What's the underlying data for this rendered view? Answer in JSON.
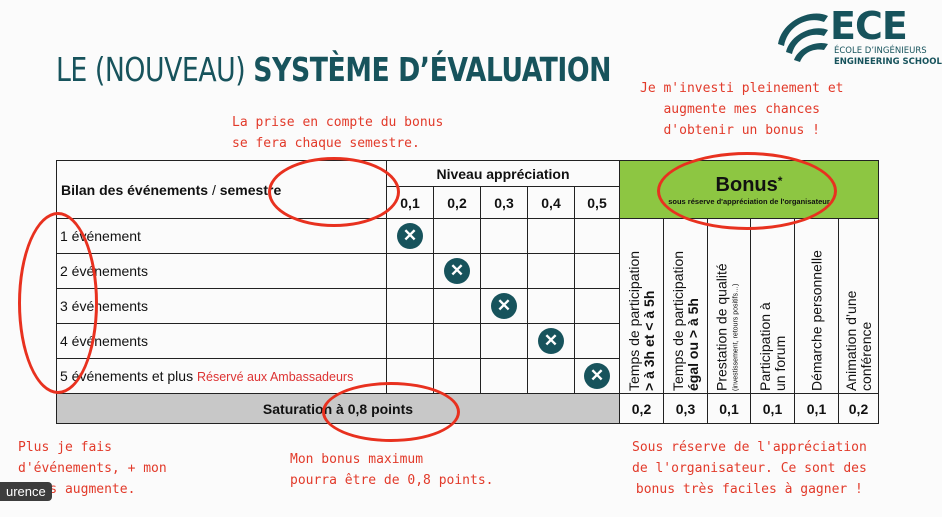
{
  "slide": {
    "title_normal": "LE (NOUVEAU) ",
    "title_bold": "SYSTÈME D’ÉVALUATION",
    "logo": {
      "word": "ECE",
      "line1": "ÉCOLE D’INGÉNIEURS",
      "line2": "ENGINEERING SCHOOL"
    }
  },
  "annotations": {
    "top_middle": [
      "La prise en compte du bonus",
      "se fera chaque semestre."
    ],
    "top_right": [
      "Je m'investi pleinement et",
      "augmente mes chances",
      "d'obtenir un bonus !"
    ],
    "bottom_left": [
      "Plus je fais",
      "d'événements, + mon",
      "bonus augmente."
    ],
    "bottom_middle": [
      "Mon bonus maximum",
      "pourra être de 0,8 points."
    ],
    "bottom_right": [
      "Sous réserve de l'appréciation",
      "de l'organisateur. Ce sont des",
      "bonus très faciles à gagner !"
    ]
  },
  "table": {
    "header_left_a": "Bilan des événements",
    "header_left_b": " / ",
    "header_left_c": "semestre",
    "niveau": "Niveau appréciation",
    "levels": [
      "0,1",
      "0,2",
      "0,3",
      "0,4",
      "0,5"
    ],
    "bonus_title": "Bonus",
    "bonus_star": "*",
    "bonus_sub": "sous réserve d'appréciation de l'organisateur",
    "rows": [
      {
        "label": "1 événement",
        "extra": ""
      },
      {
        "label": "2 événements",
        "extra": ""
      },
      {
        "label": "3 événements",
        "extra": ""
      },
      {
        "label": "4 événements",
        "extra": ""
      },
      {
        "label": "5 événements et plus",
        "extra": "Réservé aux Ambassadeurs"
      }
    ],
    "bonus_cols": [
      {
        "main": "Temps de participation",
        "sub": "> à 3h et < à 5h"
      },
      {
        "main": "Temps de participation",
        "sub": "égal ou > à 5h"
      },
      {
        "main": "Prestation de qualité",
        "sub": "(investissement, retours positifs…)"
      },
      {
        "main": "Participation à",
        "sub": "un forum"
      },
      {
        "main": "Démarche personnelle",
        "sub": ""
      },
      {
        "main": "Animation d’une",
        "sub": "conférence"
      }
    ],
    "saturation": "Saturation à 0,8 points",
    "bonus_values": [
      "0,2",
      "0,3",
      "0,1",
      "0,1",
      "0,1",
      "0,2"
    ],
    "mark_symbol": "✕"
  },
  "tooltip": "urence",
  "colors": {
    "teal": "#17535c",
    "green": "#8dc642",
    "red": "#e8311f",
    "gray": "#c8c8c8"
  }
}
